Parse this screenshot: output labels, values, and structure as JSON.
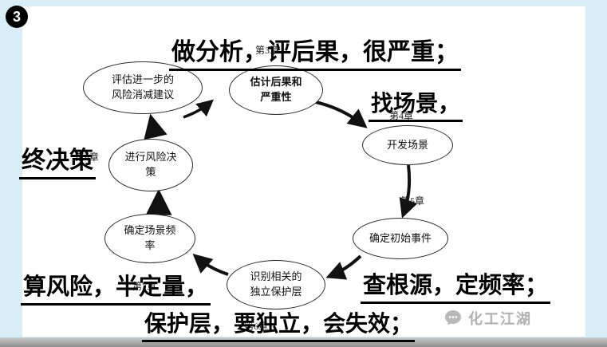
{
  "badge": "3",
  "watermark": "化工江湖",
  "annotations": {
    "top": "做分析，评后果，很严重；",
    "right_upper": "找场景，",
    "left": "终决策",
    "bottom_left": "算风险，半定量，",
    "right_lower": "查根源，定频率；",
    "bottom": "保护层，要独立，会失效；"
  },
  "chapter_labels": {
    "ch3": "第3章",
    "ch4": "第4章",
    "ch5": "第5章",
    "ch6": "第6章",
    "ch7": "第7章",
    "ch8": "第8章"
  },
  "nodes": {
    "assess": {
      "line1": "评估进一步的",
      "line2": "风险消减建议"
    },
    "estimate": {
      "line1": "估计后果和",
      "line2": "严重性"
    },
    "develop": {
      "line1": "开发场景",
      "line2": ""
    },
    "decide": {
      "line1": "进行风险决",
      "line2": "策"
    },
    "frequency": {
      "line1": "确定场景频",
      "line2": "率"
    },
    "ipl": {
      "line1": "识别相关的",
      "line2": "独立保护层"
    },
    "initiating": {
      "line1": "确定初始事件",
      "line2": ""
    }
  }
}
